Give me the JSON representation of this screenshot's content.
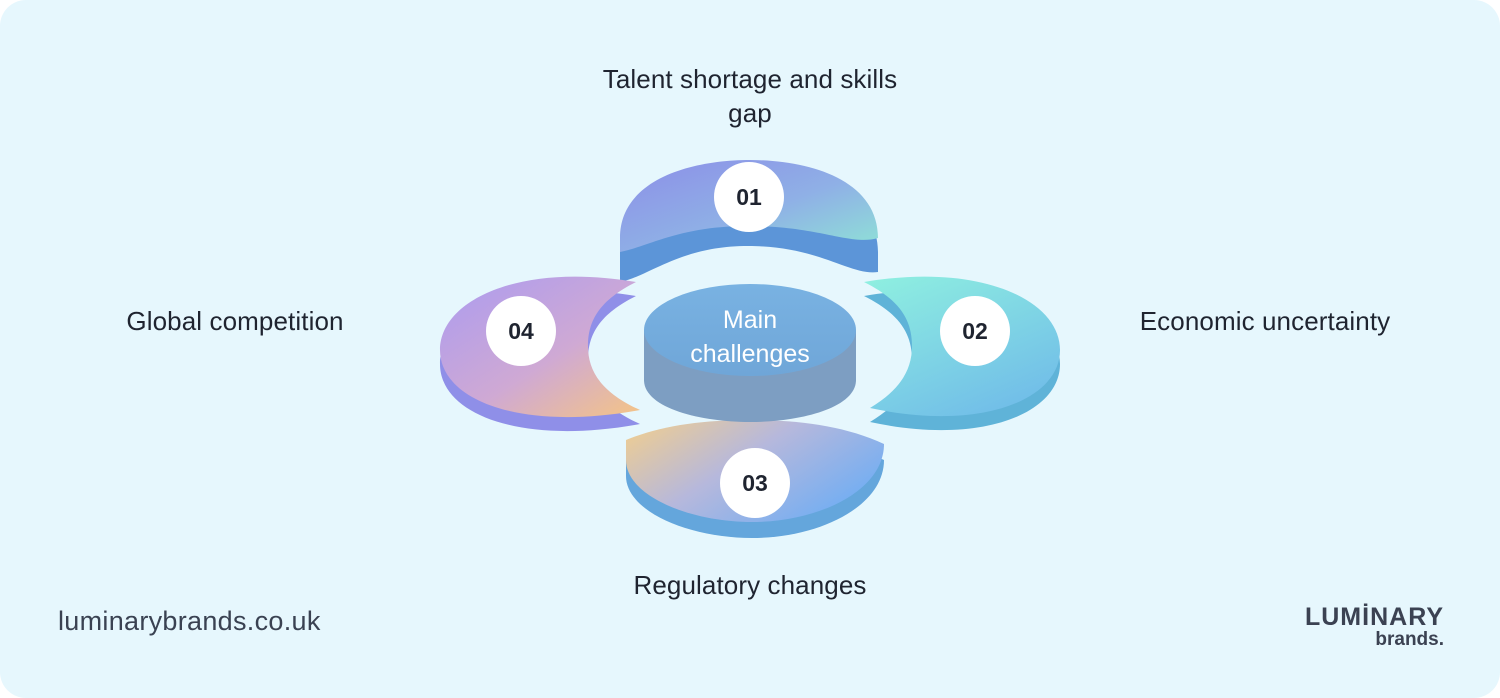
{
  "diagram": {
    "center": {
      "line1": "Main",
      "line2": "challenges"
    },
    "segments": [
      {
        "number": "01",
        "label": "Talent shortage and skills gap"
      },
      {
        "number": "02",
        "label": "Economic uncertainty"
      },
      {
        "number": "03",
        "label": "Regulatory changes"
      },
      {
        "number": "04",
        "label": "Global competition"
      }
    ]
  },
  "footer": {
    "url": "luminarybrands.co.uk",
    "brand_top": "LUMİNARY",
    "brand_bottom": "brands."
  },
  "colors": {
    "background": "#e6f7fd",
    "center": "#7ab0de",
    "segment_01": "#8b9ae8",
    "segment_02": "#7fd6e8",
    "segment_03": "#f0c98e",
    "segment_04": "#b39ae8"
  }
}
